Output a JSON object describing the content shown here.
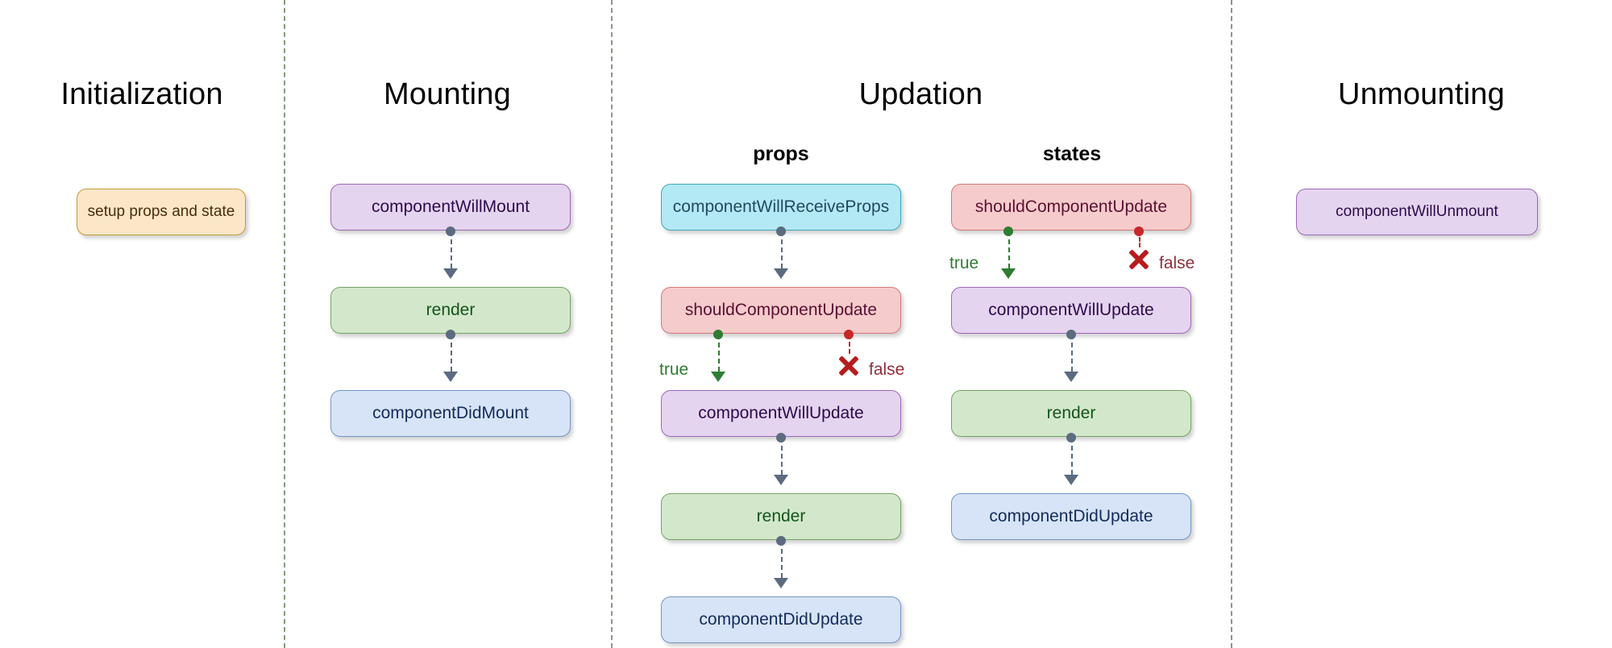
{
  "dividers": [
    352,
    758,
    1527
  ],
  "sections": [
    {
      "id": "initialization",
      "title": "Initialization"
    },
    {
      "id": "mounting",
      "title": "Mounting"
    },
    {
      "id": "updation",
      "title": "Updation"
    },
    {
      "id": "unmounting",
      "title": "Unmounting"
    }
  ],
  "subsections": [
    {
      "id": "props",
      "title": "props"
    },
    {
      "id": "states",
      "title": "states"
    }
  ],
  "initialization": {
    "nodes": [
      {
        "label": "setup props and state",
        "color": "peach"
      }
    ]
  },
  "mounting": {
    "nodes": [
      {
        "label": "componentWillMount",
        "color": "purple"
      },
      {
        "label": "render",
        "color": "green"
      },
      {
        "label": "componentDidMount",
        "color": "blue"
      }
    ]
  },
  "updation_props": {
    "nodes": [
      {
        "label": "componentWillReceiveProps",
        "color": "cyan"
      },
      {
        "label": "shouldComponentUpdate",
        "color": "red"
      },
      {
        "label": "componentWillUpdate",
        "color": "purple"
      },
      {
        "label": "render",
        "color": "green"
      },
      {
        "label": "componentDidUpdate",
        "color": "blue"
      }
    ],
    "branch": {
      "true_label": "true",
      "false_label": "false"
    }
  },
  "updation_states": {
    "nodes": [
      {
        "label": "shouldComponentUpdate",
        "color": "red"
      },
      {
        "label": "componentWillUpdate",
        "color": "purple"
      },
      {
        "label": "render",
        "color": "green"
      },
      {
        "label": "componentDidUpdate",
        "color": "blue"
      }
    ],
    "branch": {
      "true_label": "true",
      "false_label": "false"
    }
  },
  "unmounting": {
    "nodes": [
      {
        "label": "componentWillUnmount",
        "color": "purple"
      }
    ]
  },
  "colors": {
    "divider": "#5f7a52",
    "edge": "#5b6b80",
    "true": "#2e7d32",
    "false": "#c62828",
    "false_label": "#8e2f3d"
  }
}
